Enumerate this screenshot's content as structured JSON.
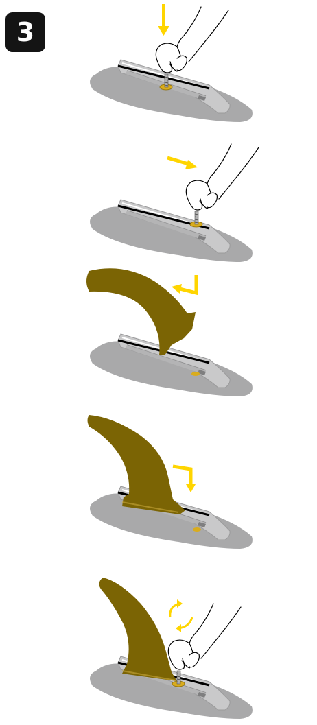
{
  "step": {
    "number": "3"
  },
  "colors": {
    "base": "#a9a9aa",
    "rail": "#c9c9ca",
    "rail_edge": "#9a9a9b",
    "groove": "#7f7f80",
    "line": "#000000",
    "arrow": "#ffd500",
    "fin": "#7b6404",
    "screw_plate": "#d9ac1d"
  },
  "panels": [
    {
      "name": "press-screw-down",
      "arrow_icon": "arrow-down-icon"
    },
    {
      "name": "slide-screw",
      "arrow_icon": "arrow-right-icon"
    },
    {
      "name": "insert-fin",
      "arrow_icon": "bent-arrow-left-icon"
    },
    {
      "name": "slide-fin-down",
      "arrow_icon": "bent-arrow-down-icon"
    },
    {
      "name": "tighten-screw",
      "arrow_icon": "rotate-arrows-icon"
    }
  ]
}
